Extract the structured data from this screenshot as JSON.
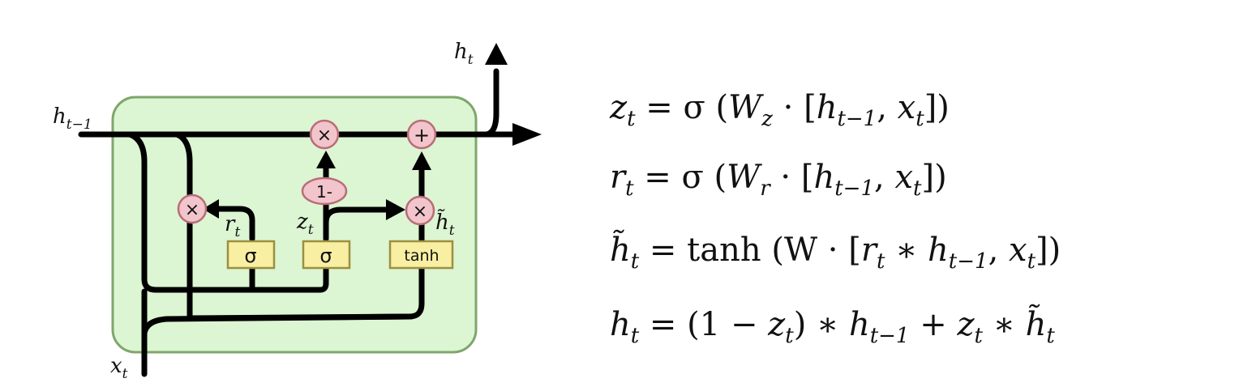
{
  "diagram": {
    "colors": {
      "cell_fill": "#dcf5d2",
      "cell_stroke": "#7fa66b",
      "op_fill": "#f2c4cc",
      "op_stroke": "#b86d78",
      "gate_fill": "#f9efa3",
      "gate_stroke": "#9c8f3f",
      "wire": "#000000"
    },
    "labels": {
      "h_prev": {
        "base": "h",
        "sub": "t−1"
      },
      "h_out": {
        "base": "h",
        "sub": "t"
      },
      "x_in": {
        "base": "x",
        "sub": "t"
      },
      "r": {
        "base": "r",
        "sub": "t"
      },
      "z": {
        "base": "z",
        "sub": "t"
      },
      "h_tilde": {
        "base": "h̃",
        "sub": "t"
      }
    },
    "ops": {
      "mult_reset": "×",
      "mult_top": "×",
      "add_top": "+",
      "mult_update": "×",
      "one_minus": "1-"
    },
    "gates": {
      "sigma_r": "σ",
      "sigma_z": "σ",
      "tanh": "tanh"
    }
  },
  "equations": [
    {
      "lhs": "z",
      "lhs_sub": "t",
      "equals": "=",
      "parts": [
        {
          "t": "σ (",
          "s": ""
        },
        {
          "t": "W",
          "s": "z"
        },
        {
          "t": " · [",
          "s": ""
        },
        {
          "t": "h",
          "s": "t−1"
        },
        {
          "t": ", ",
          "s": ""
        },
        {
          "t": "x",
          "s": "t"
        },
        {
          "t": "])",
          "s": ""
        }
      ]
    },
    {
      "lhs": "r",
      "lhs_sub": "t",
      "equals": "=",
      "parts": [
        {
          "t": "σ (",
          "s": ""
        },
        {
          "t": "W",
          "s": "r"
        },
        {
          "t": " · [",
          "s": ""
        },
        {
          "t": "h",
          "s": "t−1"
        },
        {
          "t": ", ",
          "s": ""
        },
        {
          "t": "x",
          "s": "t"
        },
        {
          "t": "])",
          "s": ""
        }
      ]
    },
    {
      "lhs": "h̃",
      "lhs_sub": "t",
      "equals": "=",
      "parts": [
        {
          "t": "tanh (",
          "s": ""
        },
        {
          "t": "W · [",
          "s": ""
        },
        {
          "t": "r",
          "s": "t"
        },
        {
          "t": " ∗ ",
          "s": ""
        },
        {
          "t": "h",
          "s": "t−1"
        },
        {
          "t": ", ",
          "s": ""
        },
        {
          "t": "x",
          "s": "t"
        },
        {
          "t": "])",
          "s": ""
        }
      ]
    },
    {
      "lhs": "h",
      "lhs_sub": "t",
      "equals": "=",
      "parts": [
        {
          "t": "(1 − ",
          "s": ""
        },
        {
          "t": "z",
          "s": "t"
        },
        {
          "t": ") ∗ ",
          "s": ""
        },
        {
          "t": "h",
          "s": "t−1"
        },
        {
          "t": " + ",
          "s": ""
        },
        {
          "t": "z",
          "s": "t"
        },
        {
          "t": " ∗ ",
          "s": ""
        },
        {
          "t": "h̃",
          "s": "t"
        }
      ]
    }
  ]
}
